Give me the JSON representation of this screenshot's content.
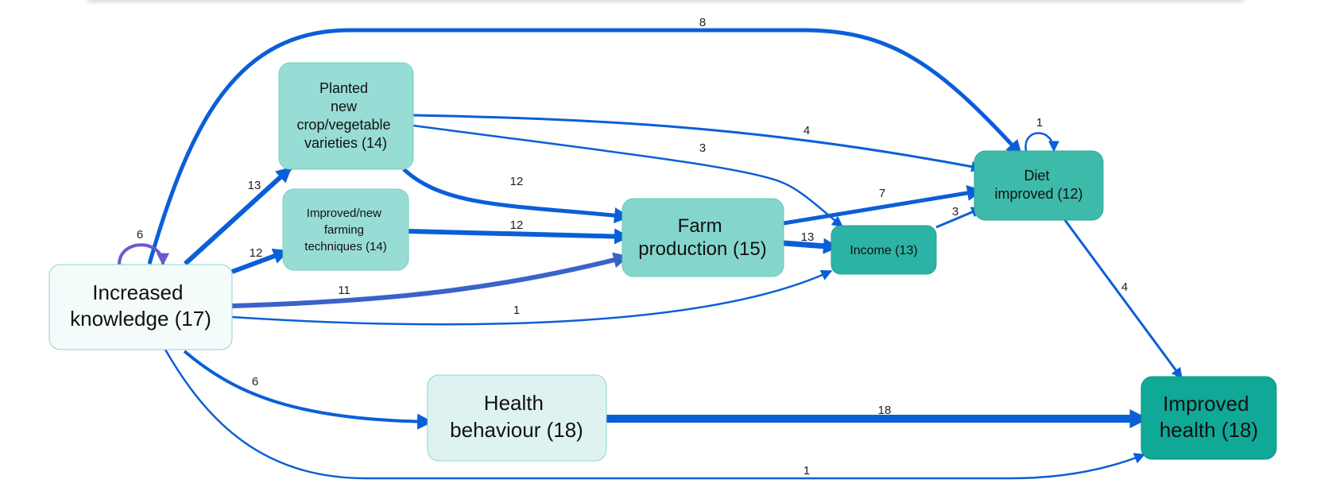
{
  "colors": {
    "edge": "#0a5fd8",
    "edge_muted": "#3a63c9",
    "self_loop_left": "#6a5acd",
    "lightest": "#f4fbfb",
    "light": "#def3f1",
    "mid_light": "#98ddd5",
    "mid": "#84d6cc",
    "mid_dark": "#5fcab8",
    "dark": "#2bb3a5",
    "darkest": "#10a896"
  },
  "nodes": {
    "increased_knowledge": {
      "lines": [
        "Increased",
        "knowledge (17)"
      ]
    },
    "planted_new_crops": {
      "lines": [
        "Planted",
        "new",
        "crop/vegetable",
        "varieties (14)"
      ]
    },
    "improved_techniques": {
      "lines": [
        "Improved/new",
        "farming",
        "techniques (14)"
      ]
    },
    "farm_production": {
      "lines": [
        "Farm",
        "production (15)"
      ]
    },
    "income": {
      "lines": [
        "Income (13)"
      ]
    },
    "diet_improved": {
      "lines": [
        "Diet",
        "improved (12)"
      ]
    },
    "health_behaviour": {
      "lines": [
        "Health",
        "behaviour (18)"
      ]
    },
    "improved_health": {
      "lines": [
        "Improved",
        "health (18)"
      ]
    }
  },
  "edges": [
    {
      "from": "increased_knowledge",
      "to": "increased_knowledge",
      "label": "6"
    },
    {
      "from": "increased_knowledge",
      "to": "planted_new_crops",
      "label": "13"
    },
    {
      "from": "increased_knowledge",
      "to": "improved_techniques",
      "label": "12"
    },
    {
      "from": "increased_knowledge",
      "to": "farm_production",
      "label": "11"
    },
    {
      "from": "increased_knowledge",
      "to": "income",
      "label": "1"
    },
    {
      "from": "increased_knowledge",
      "to": "diet_improved",
      "label": "8"
    },
    {
      "from": "increased_knowledge",
      "to": "health_behaviour",
      "label": "6"
    },
    {
      "from": "increased_knowledge",
      "to": "improved_health",
      "label": "1"
    },
    {
      "from": "planted_new_crops",
      "to": "farm_production",
      "label": "12"
    },
    {
      "from": "planted_new_crops",
      "to": "diet_improved",
      "label": "4"
    },
    {
      "from": "planted_new_crops",
      "to": "income",
      "label": "3"
    },
    {
      "from": "improved_techniques",
      "to": "farm_production",
      "label": "12"
    },
    {
      "from": "farm_production",
      "to": "income",
      "label": "13"
    },
    {
      "from": "farm_production",
      "to": "diet_improved",
      "label": "7"
    },
    {
      "from": "income",
      "to": "diet_improved",
      "label": "3"
    },
    {
      "from": "diet_improved",
      "to": "diet_improved",
      "label": "1"
    },
    {
      "from": "diet_improved",
      "to": "improved_health",
      "label": "4"
    },
    {
      "from": "health_behaviour",
      "to": "improved_health",
      "label": "18"
    }
  ]
}
